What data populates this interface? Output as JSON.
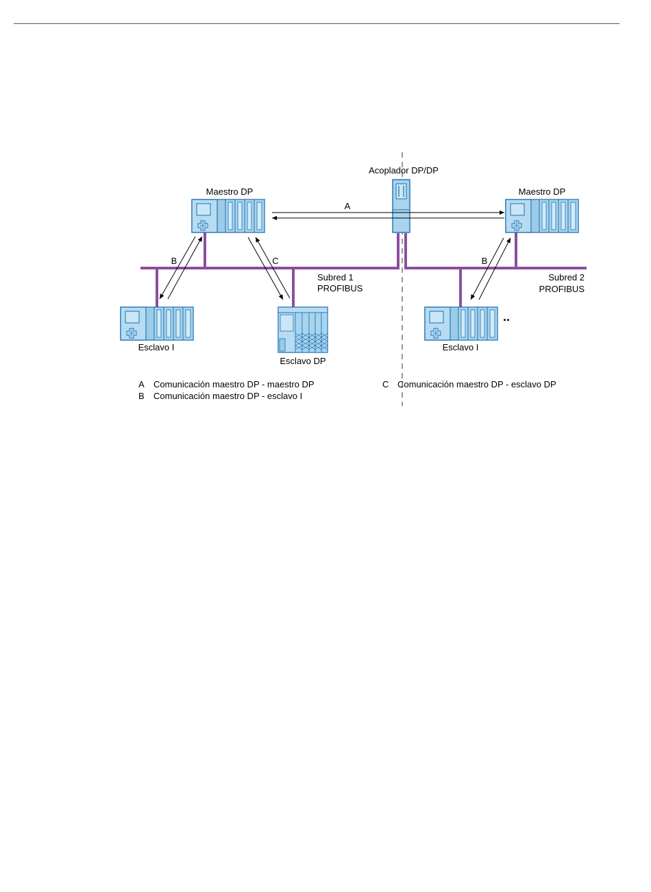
{
  "diagram": {
    "labels": {
      "coupler": "Acoplador DP/DP",
      "master_left": "Maestro DP",
      "master_right": "Maestro DP",
      "subnet1_line1": "Subred 1",
      "subnet1_line2": "PROFIBUS",
      "subnet2_line1": "Subred 2",
      "subnet2_line2": "PROFIBUS",
      "slave_i_left": "Esclavo I",
      "slave_dp": "Esclavo DP",
      "slave_i_right": "Esclavo I",
      "ellipsis": "..",
      "arrow_a": "A",
      "arrow_b_left": "B",
      "arrow_c": "C",
      "arrow_b_right": "B"
    },
    "colors": {
      "bus": "#8b4f9e",
      "device_fill": "#a9d4ee",
      "device_border": "#1d6fb0"
    }
  },
  "legend": {
    "left": [
      {
        "letter": "A",
        "text": "Comunicación maestro DP - maestro DP"
      },
      {
        "letter": "B",
        "text": "Comunicación maestro DP - esclavo I"
      }
    ],
    "right": [
      {
        "letter": "C",
        "text": "Comunicación maestro DP - esclavo DP"
      }
    ]
  }
}
